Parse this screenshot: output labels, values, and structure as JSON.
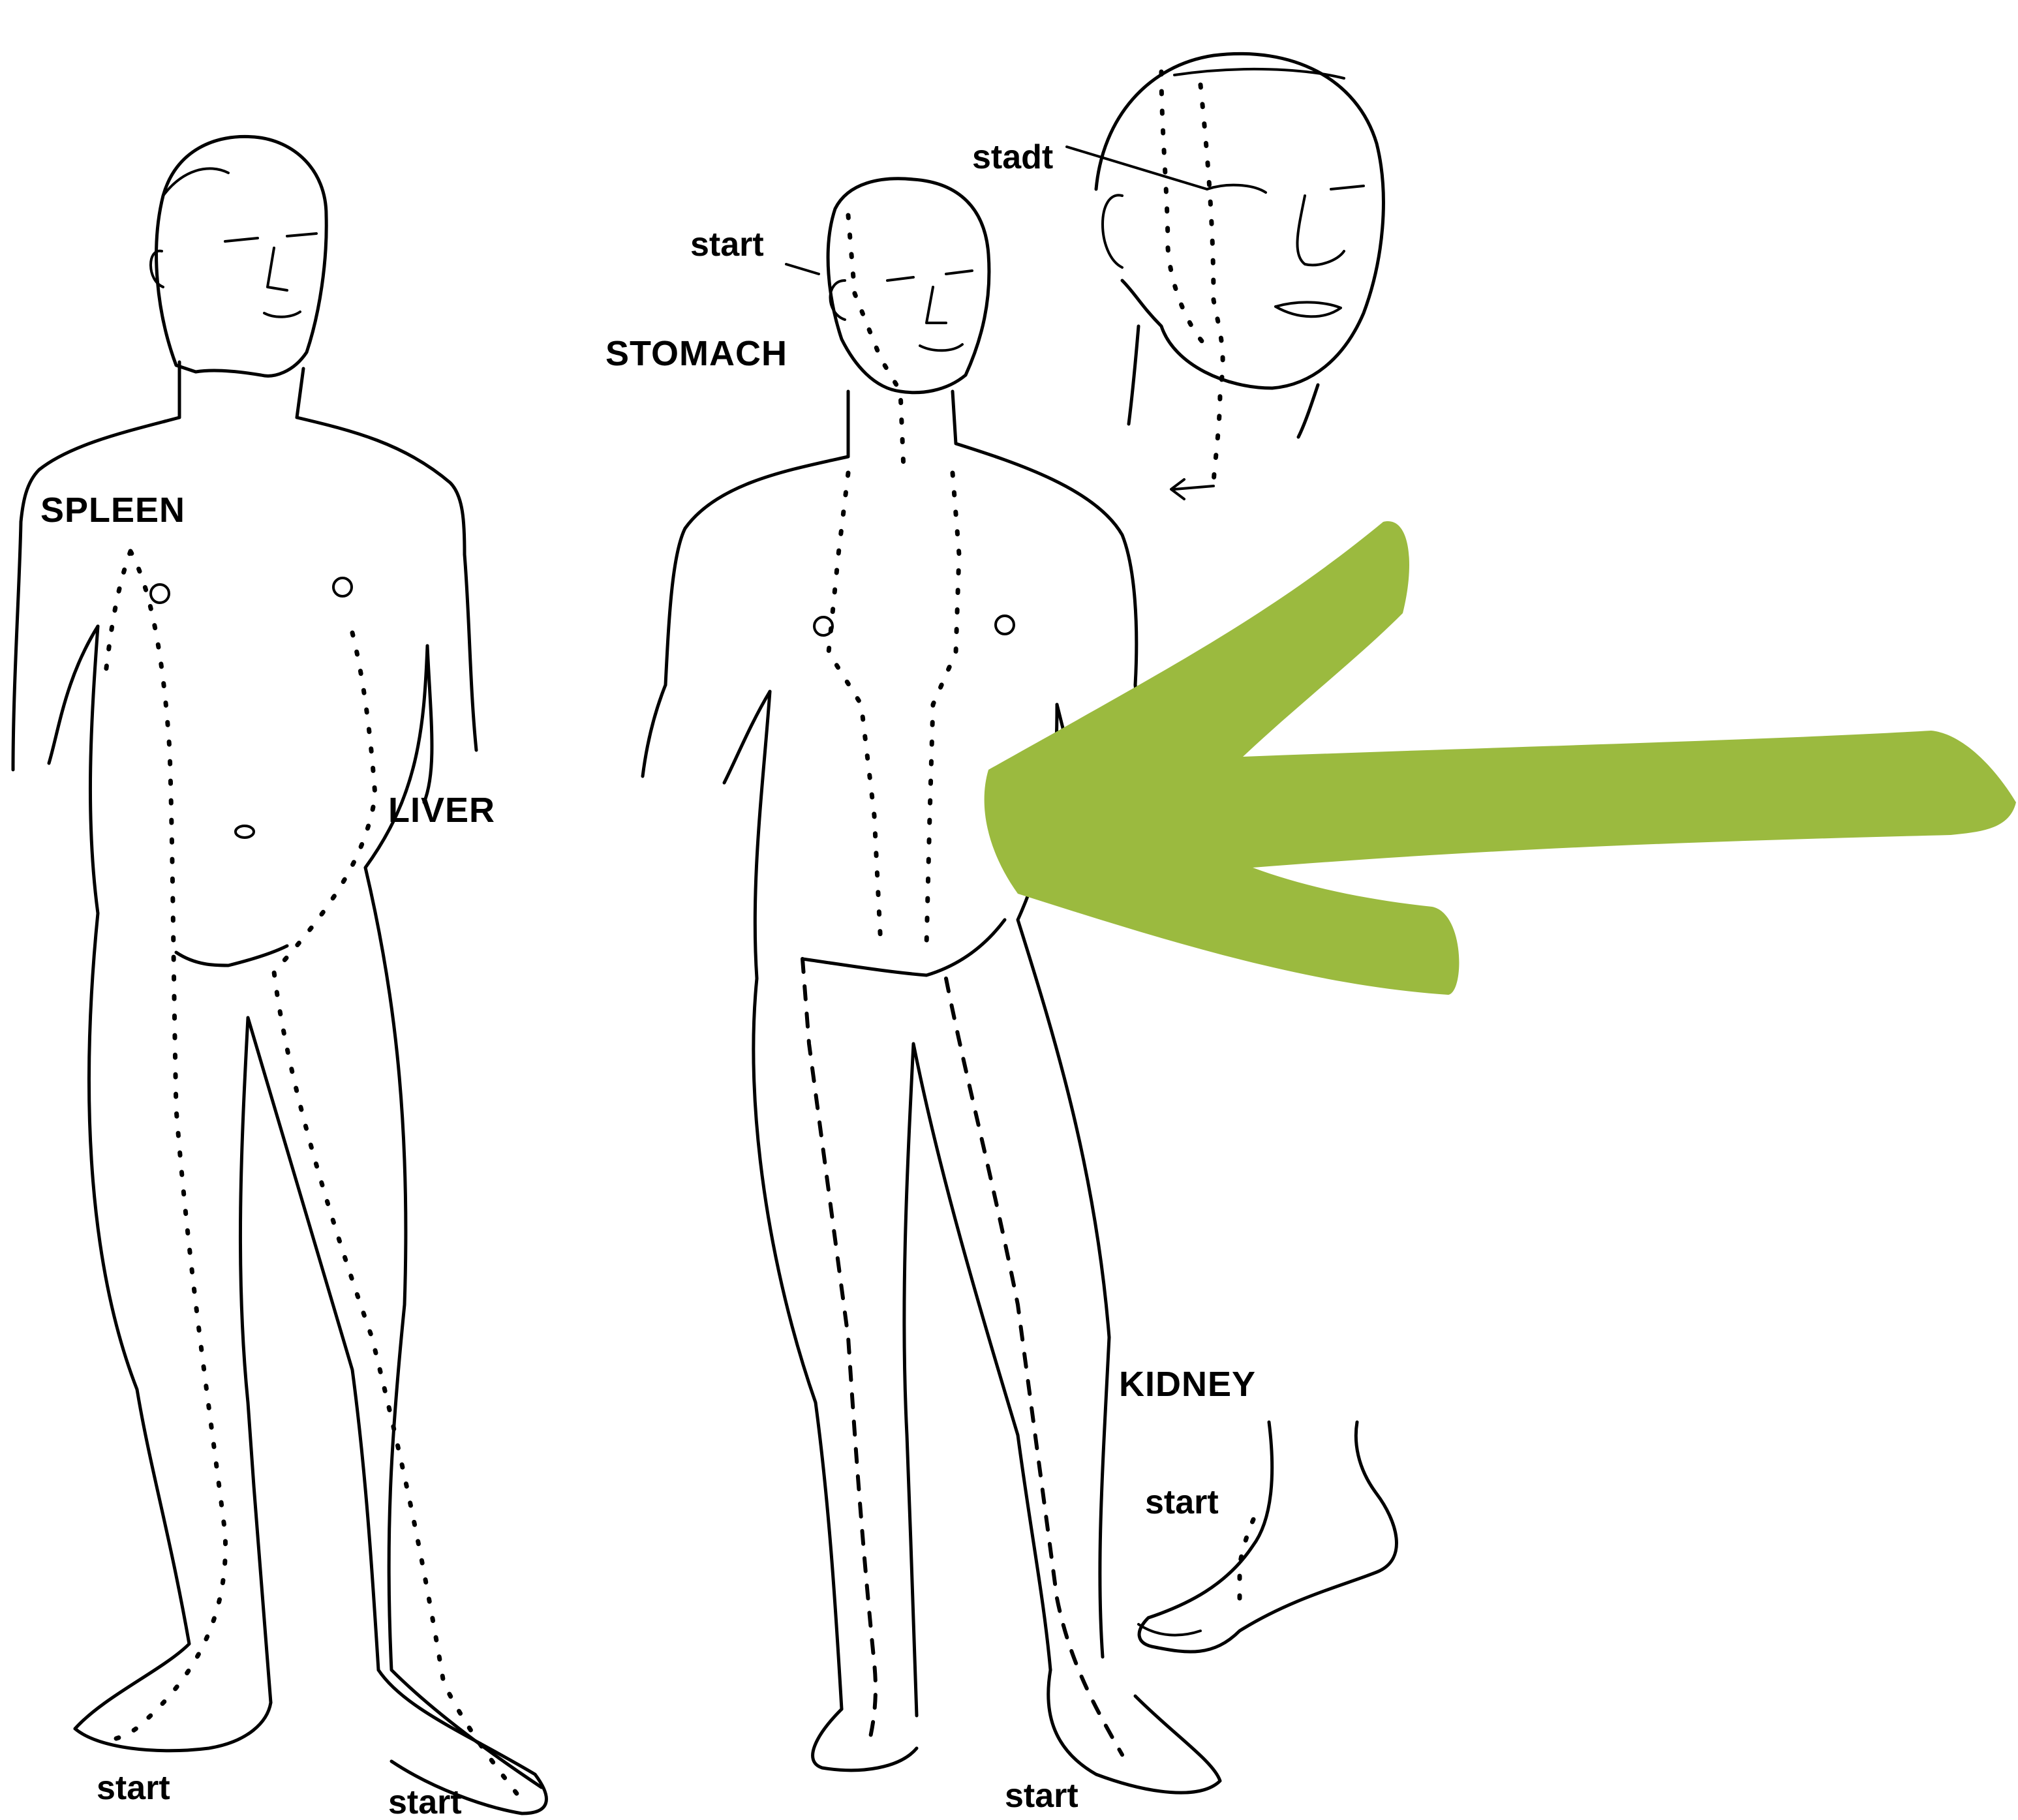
{
  "labels": {
    "spleen": "SPLEEN",
    "liver": "LIVER",
    "stomach": "STOMACH",
    "kidney": "KIDNEY",
    "start_stomach_body": "start",
    "start_stomach_head": "stadt",
    "start_spleen_foot": "start",
    "start_liver_foot": "start",
    "start_kidney_foot": "start",
    "start_kidney_sole": "start"
  },
  "colors": {
    "arrow": "#9bba3f",
    "line": "#000000",
    "background": "#ffffff"
  },
  "icons": {
    "pointer": "left-arrow-icon"
  }
}
